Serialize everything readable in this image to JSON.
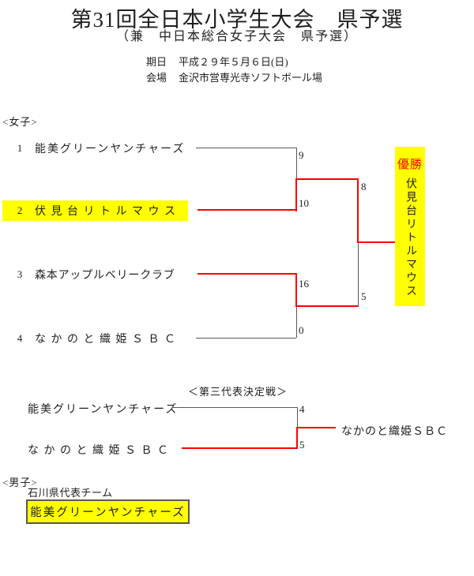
{
  "page": {
    "title": "第31回全日本小学生大会　県予選",
    "subtitle": "（兼　中日本総合女子大会　県予選）",
    "info": {
      "date_label": "期日",
      "date_value": "平成２９年５月６日(日)",
      "venue_label": "会場",
      "venue_value": "金沢市営専光寺ソフトボール場"
    }
  },
  "colors": {
    "winner_path": "#ff0000",
    "bracket_line": "#595959",
    "highlight": "#ffff00",
    "champion_label_text": "#ff0000"
  },
  "women_bracket": {
    "section_label": "<女子>",
    "type": "single-elimination",
    "teams": [
      {
        "seed": "1",
        "name": "能美グリーンヤンチャーズ",
        "highlighted": false
      },
      {
        "seed": "2",
        "name": "伏見台リトルマウス",
        "highlighted": true
      },
      {
        "seed": "3",
        "name": "森本アップルベリークラブ",
        "highlighted": false
      },
      {
        "seed": "4",
        "name": "なかのと織姫ＳＢＣ",
        "highlighted": false
      }
    ],
    "matches": {
      "semifinal_1": {
        "top_score": "9",
        "bottom_score": "10",
        "winner": "伏見台リトルマウス"
      },
      "semifinal_2": {
        "top_score": "16",
        "bottom_score": "0",
        "winner": "森本アップルベリークラブ"
      },
      "final": {
        "top_score": "8",
        "bottom_score": "5",
        "winner": "伏見台リトルマウス"
      }
    },
    "champion": {
      "label": "優勝",
      "name": "伏見台リトルマウス"
    }
  },
  "third_place_match": {
    "section_label": "＜第三代表決定戦＞",
    "top_team": "能美グリーンヤンチャーズ",
    "bottom_team": "なかのと織姫ＳＢＣ",
    "top_score": "4",
    "bottom_score": "5",
    "winner": "なかのと織姫ＳＢＣ"
  },
  "men_section": {
    "section_label": "<男子>",
    "rep_label": "石川県代表チーム",
    "rep_team": "能美グリーンヤンチャーズ"
  }
}
